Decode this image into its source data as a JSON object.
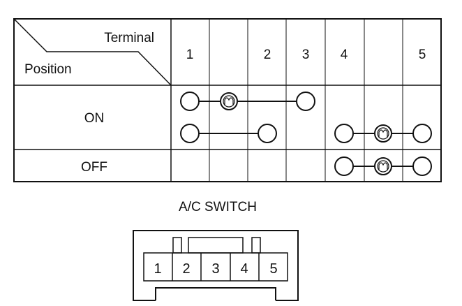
{
  "table": {
    "header_terminal": "Terminal",
    "header_position": "Position",
    "terminal_labels": [
      "1",
      "2",
      "3",
      "4",
      "5"
    ],
    "rows": [
      {
        "label": "ON",
        "continuity": [
          {
            "terminals": [
              "1",
              "3"
            ],
            "lamp_between": true
          },
          {
            "terminals": [
              "1",
              "2"
            ],
            "lamp_between": false
          },
          {
            "terminals": [
              "4",
              "5"
            ],
            "lamp_between": true
          }
        ]
      },
      {
        "label": "OFF",
        "continuity": [
          {
            "terminals": [
              "4",
              "5"
            ],
            "lamp_between": true
          }
        ]
      }
    ]
  },
  "connector": {
    "caption": "A/C SWITCH",
    "pins": [
      "1",
      "2",
      "3",
      "4",
      "5"
    ]
  },
  "colors": {
    "line": "#111111",
    "background": "#ffffff"
  }
}
